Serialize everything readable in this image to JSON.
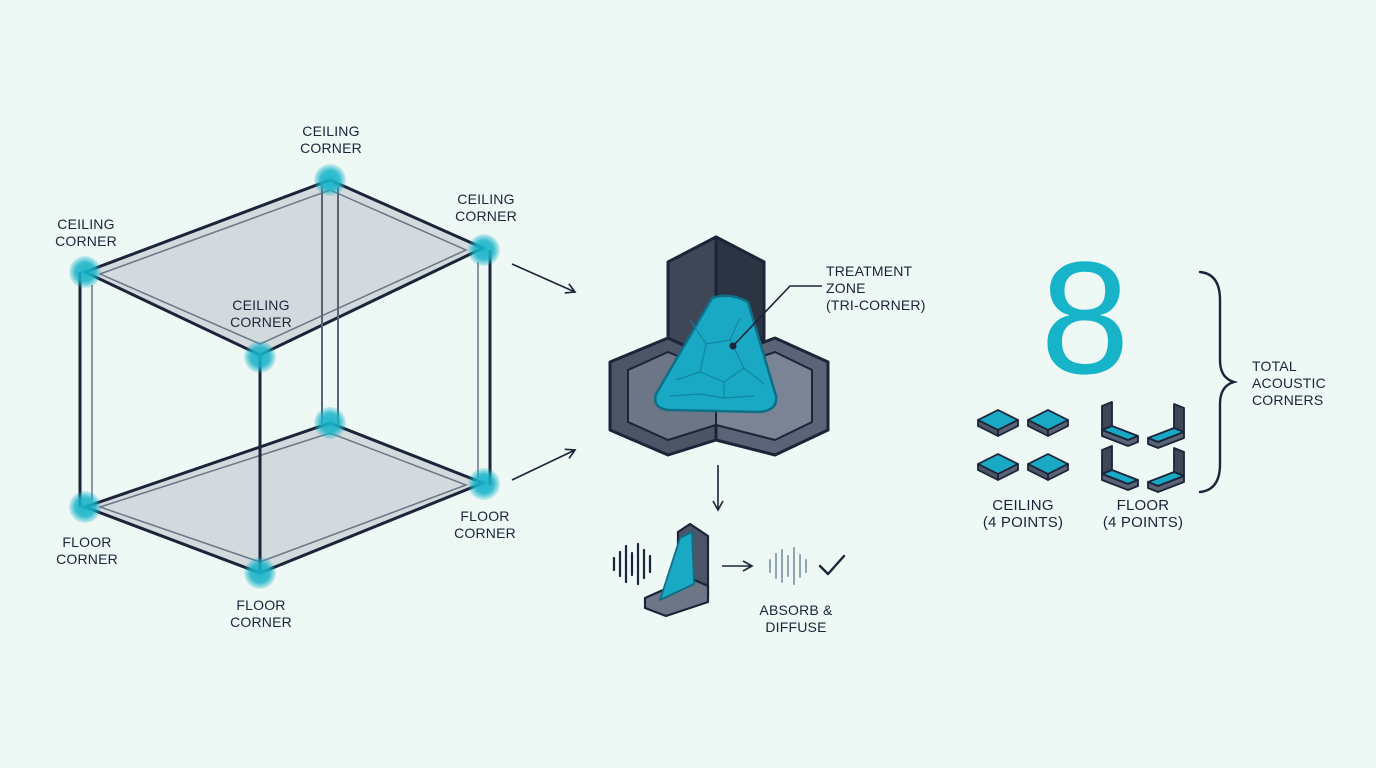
{
  "corners": {
    "ceiling_top": [
      "CEILING",
      "CORNER"
    ],
    "ceiling_right": [
      "CEILING",
      "CORNER"
    ],
    "ceiling_left": [
      "CEILING",
      "CORNER"
    ],
    "ceiling_front": [
      "CEILING",
      "CORNER"
    ],
    "floor_left": [
      "FLOOR",
      "CORNER"
    ],
    "floor_right": [
      "FLOOR",
      "CORNER"
    ],
    "floor_bottom": [
      "FLOOR",
      "CORNER"
    ]
  },
  "treatment": {
    "line1": "TREATMENT",
    "line2": "ZONE",
    "line3": "(TRI-CORNER)"
  },
  "result": {
    "line1": "ABSORB &",
    "line2": "DIFFUSE"
  },
  "total": {
    "number": "8",
    "line1": "TOTAL",
    "line2": "ACOUSTIC",
    "line3": "CORNERS"
  },
  "groups": {
    "ceiling": {
      "line1": "CEILING",
      "line2": "(4 POINTS)"
    },
    "floor": {
      "line1": "FLOOR",
      "line2": "(4 POINTS)"
    }
  },
  "colors": {
    "accent": "#17b3c9",
    "navy": "#1b2438",
    "panel": "#4b5566",
    "background": "#eef8f5"
  },
  "icons": [
    "sound-wave-icon",
    "checkmark-icon",
    "arrow-icon"
  ]
}
